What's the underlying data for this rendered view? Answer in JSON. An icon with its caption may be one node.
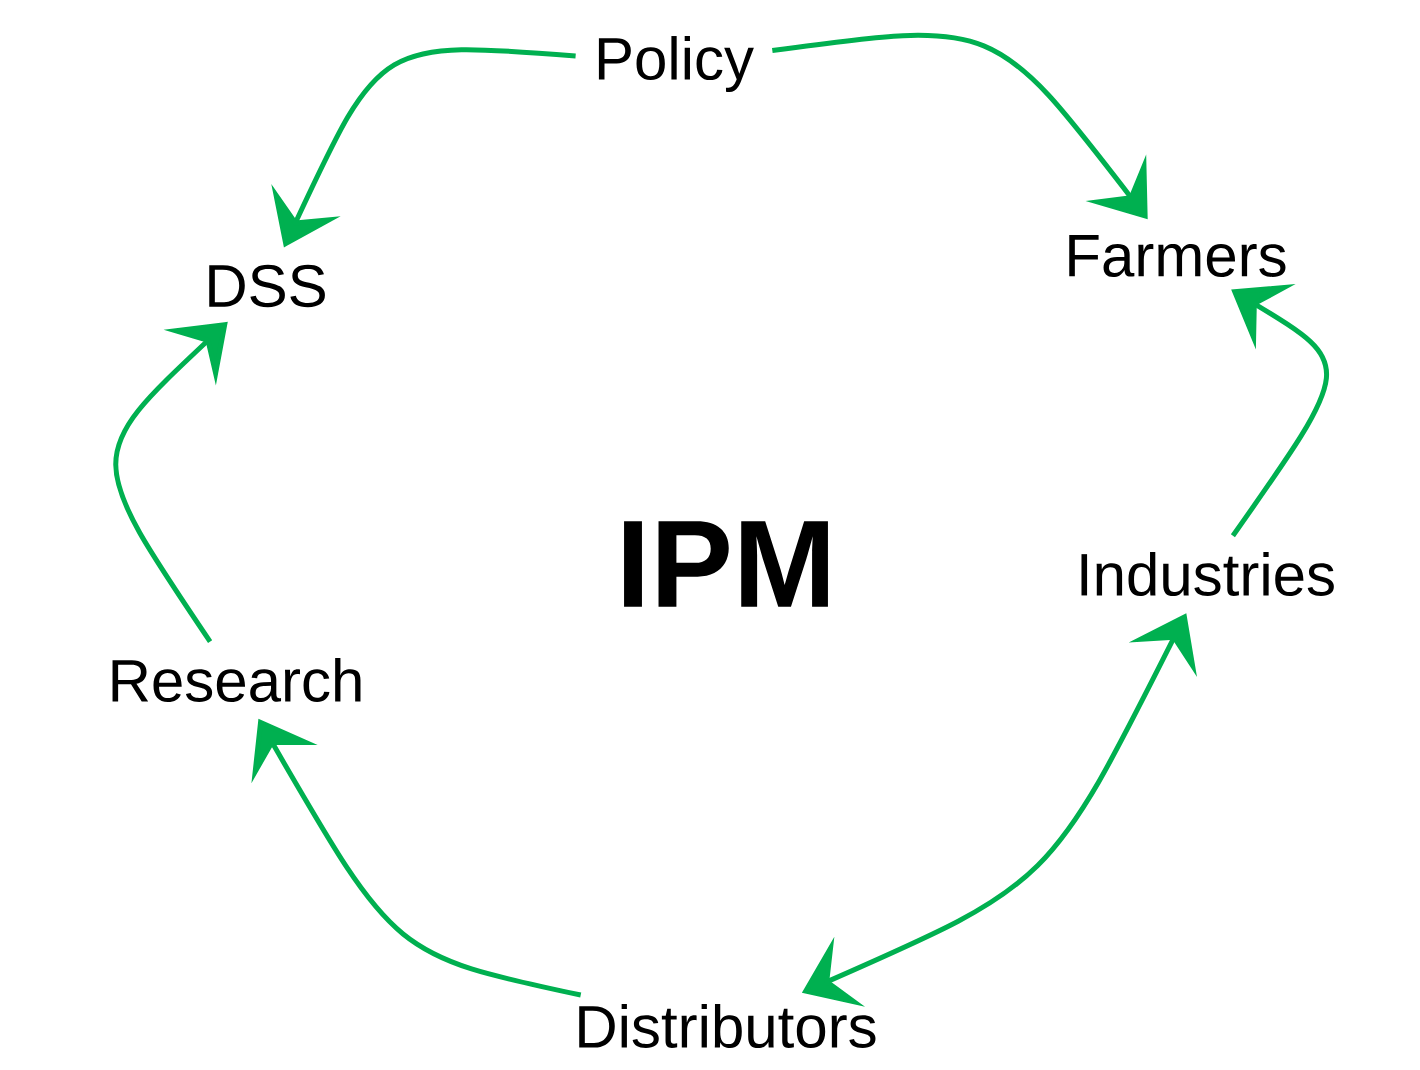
{
  "diagram": {
    "nodes": [
      {
        "text": [
          "Policy"
        ]
      },
      {
        "text": [
          "DSS"
        ]
      },
      {
        "text": [
          "Farmers"
        ]
      },
      {
        "text": [
          "Industries"
        ]
      },
      {
        "text": [
          "Research"
        ]
      },
      {
        "text": [
          "Distributors"
        ]
      }
    ],
    "edges": [
      {
        "from": 0,
        "to": 1,
        "arrow": "to"
      },
      {
        "from": 0,
        "to": 2,
        "arrow": "to"
      },
      {
        "from": 3,
        "to": 2,
        "arrow": "to"
      },
      {
        "from": 3,
        "to": 5,
        "arrow": "both"
      },
      {
        "from": 5,
        "to": 4,
        "arrow": "to"
      },
      {
        "from": 4,
        "to": 1,
        "arrow": "to"
      }
    ],
    "labels": [
      "IPM"
    ]
  }
}
